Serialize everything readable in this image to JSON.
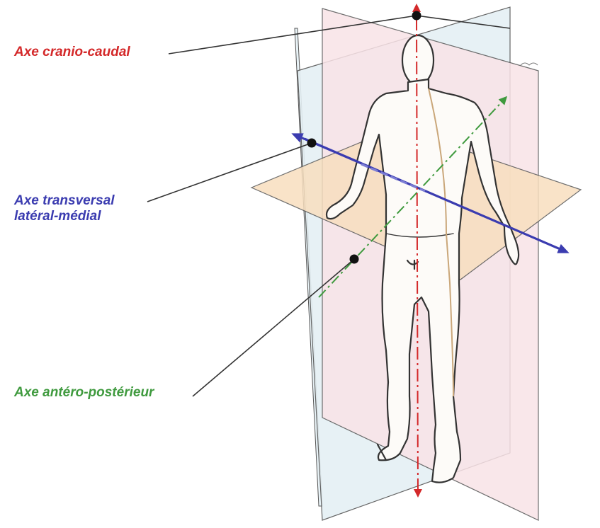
{
  "labels": {
    "cranio_caudal": "Axe cranio-caudal",
    "transversal_line1": "Axe transversal",
    "transversal_line2": "latéral-médial",
    "antero_posterieur": "Axe antéro-postérieur"
  },
  "colors": {
    "cranio_caudal": "#d4292a",
    "transversal": "#3b3cb0",
    "antero_posterieur": "#3f9a3e",
    "sagittal_plane": "#f9e3e7",
    "frontal_plane": "#e5f0f4",
    "transverse_plane": "#f8dfbf",
    "outline": "#333333"
  }
}
